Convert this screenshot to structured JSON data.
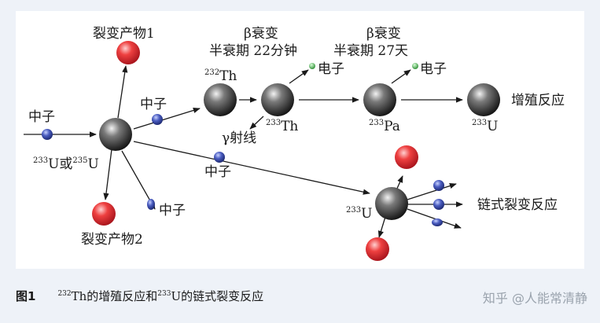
{
  "labels": {
    "fission_product_1": "裂变产物1",
    "fission_product_2": "裂变产物2",
    "neutron_in": "中子",
    "neutron_out_th": "中子",
    "neutron_to_u233": "中子",
    "neutron_lower": "中子",
    "target_sup_a": "233",
    "target_base_a": "U或",
    "target_sup_b": "235",
    "target_base_b": "U",
    "th232_sup": "232",
    "th232_base": "Th",
    "th233_sup": "233",
    "th233_base": "Th",
    "pa233_sup": "233",
    "pa233_base": "Pa",
    "u233_sup": "233",
    "u233_base": "U",
    "u233b_sup": "233",
    "u233b_base": "U",
    "beta1_title": "β衰变",
    "beta1_halflife": "半衰期  22分钟",
    "beta2_title": "β衰变",
    "beta2_halflife": "半衰期  27天",
    "electron_1": "电子",
    "electron_2": "电子",
    "gamma": "γ射线",
    "breeding": "增殖反应",
    "chain": "链式裂变反应"
  },
  "caption": {
    "figure_label": "图1",
    "sup_a": "232",
    "text_a": "Th的增殖反应和",
    "sup_b": "233",
    "text_b": "U的链式裂变反应"
  },
  "watermark": "知乎 @人能常清静",
  "colors": {
    "background": "#eef2f8",
    "panel": "#ffffff",
    "nucleus": "#2b2b2b",
    "fission_fragment": "#e0303c",
    "neutron": "#3d4fa0",
    "electron": "#4caf50"
  }
}
